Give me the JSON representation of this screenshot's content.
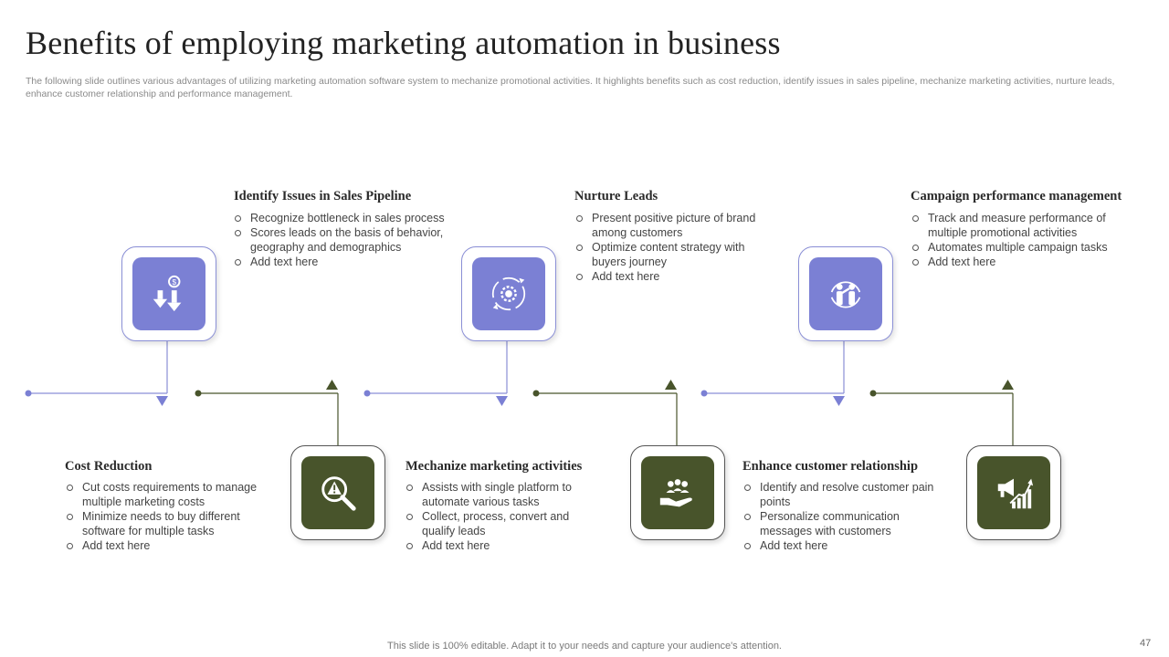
{
  "title": "Benefits of employing marketing automation in business",
  "subtitle": "The following slide outlines various advantages of utilizing marketing automation software system to mechanize promotional activities. It highlights benefits such as cost reduction, identify issues in sales pipeline, mechanize marketing activities, nurture leads, enhance customer relationship and performance management.",
  "colors": {
    "purple": "#7b80d4",
    "green": "#48542b",
    "line_purple": "#8a8fd6",
    "line_green": "#48542b"
  },
  "benefits": [
    {
      "heading": "Cost Reduction",
      "icon": "money-hand-icon",
      "bullets": [
        "Cut costs requirements to manage multiple marketing costs",
        "Minimize needs to buy different software for multiple tasks",
        "Add text here"
      ]
    },
    {
      "heading": "Identify Issues in Sales Pipeline",
      "icon": "magnifier-warning-icon",
      "bullets": [
        "Recognize bottleneck in sales process",
        "Scores leads on the basis of behavior, geography and demographics",
        "Add text here"
      ]
    },
    {
      "heading": "Mechanize marketing activities",
      "icon": "gear-cycle-icon",
      "bullets": [
        "Assists with single platform to automate various tasks",
        "Collect, process, convert and qualify leads",
        "Add text here"
      ]
    },
    {
      "heading": "Nurture Leads",
      "icon": "people-hand-icon",
      "bullets": [
        "Present positive picture of brand among customers",
        "Optimize content strategy with buyers journey",
        "Add text here"
      ]
    },
    {
      "heading": "Enhance customer relationship",
      "icon": "handshake-people-icon",
      "bullets": [
        "Identify and resolve customer pain points",
        "Personalize communication messages with customers",
        "Add text here"
      ]
    },
    {
      "heading": "Campaign performance management",
      "icon": "megaphone-chart-icon",
      "bullets": [
        "Track and measure performance of multiple promotional activities",
        "Automates multiple campaign tasks",
        "Add text here"
      ]
    }
  ],
  "footer": "This slide is 100% editable. Adapt it to your needs and capture your audience's attention.",
  "page_number": "47"
}
